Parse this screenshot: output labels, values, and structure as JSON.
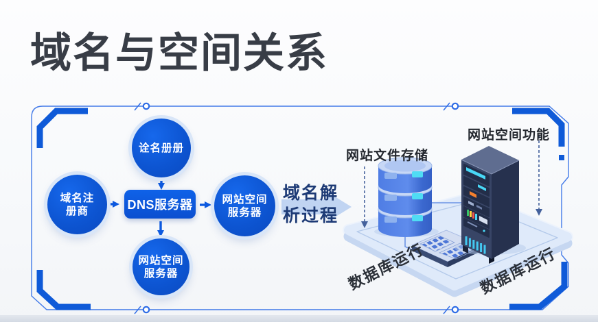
{
  "title": "域名与空间关系",
  "flowchart": {
    "top_circle": "诠名册册",
    "left_circle": [
      "域名注",
      "册商"
    ],
    "dns_box": "DNS服务器",
    "right_circle": [
      "网站空间",
      "服务器"
    ],
    "bottom_circle": [
      "网站空间",
      "服务器"
    ],
    "process_label": [
      "域名解",
      "析过程"
    ]
  },
  "illustration": {
    "storage_label": "网站文件存储",
    "function_label": "网站空间功能",
    "platform_label_left": "数据库运行",
    "platform_label_right": "数据库运行"
  },
  "colors": {
    "accent_blue": "#0d5ae0",
    "frame_blue": "#2e6ce6",
    "title_color": "#383d46",
    "navy_text": "#1d3a75",
    "light_arrow": "#b9cff1",
    "platform": "#dfeafa",
    "rack_navy": "#384566",
    "cyan_light": "#49d8f6"
  }
}
